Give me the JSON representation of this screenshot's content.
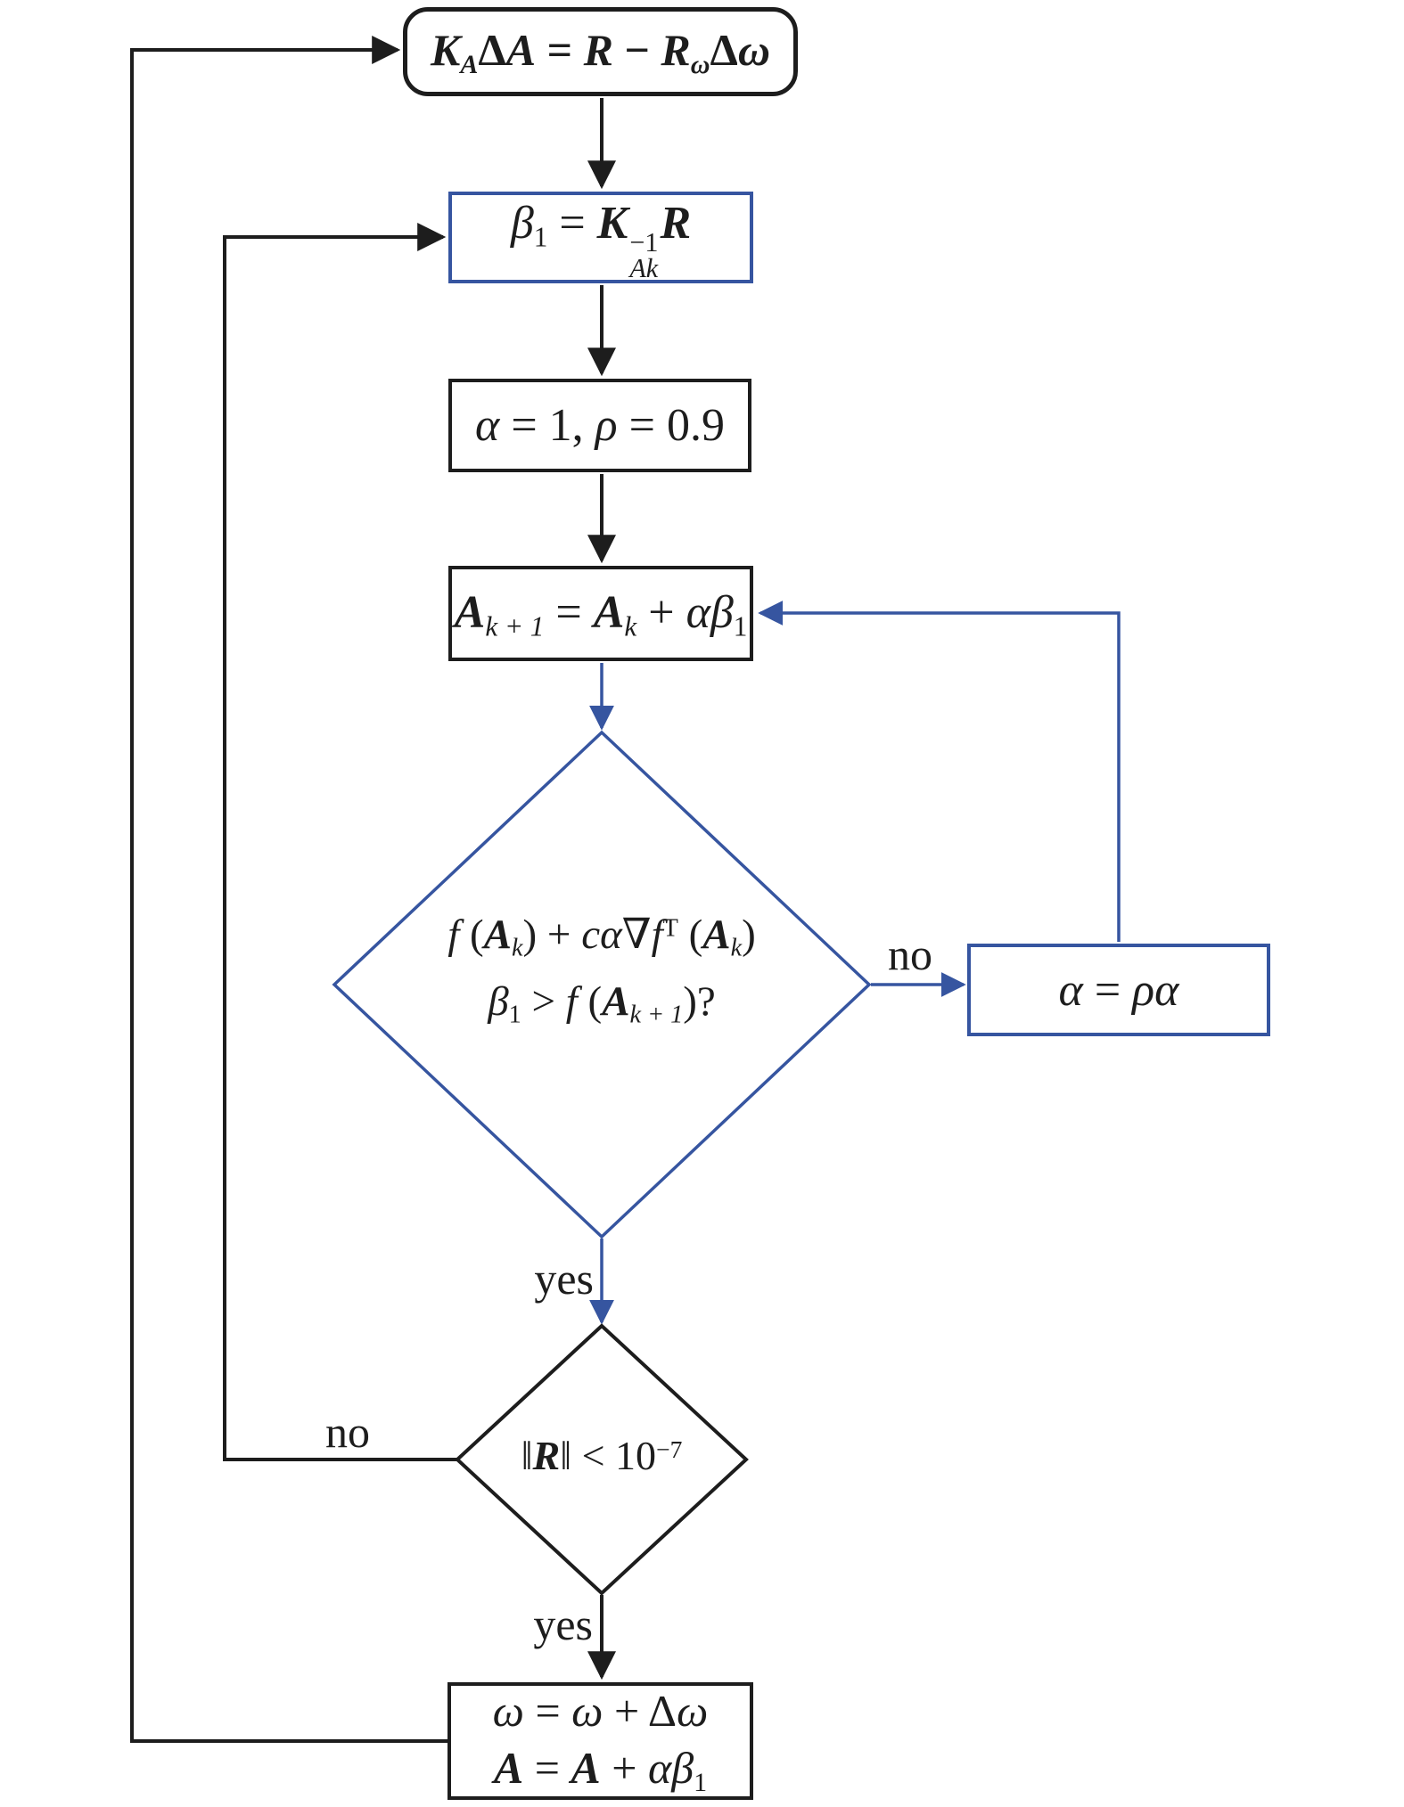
{
  "diagram": {
    "title": "line-search Newton iteration flowchart",
    "colors": {
      "line_black": "#1d1d1d",
      "line_blue": "#3655a0",
      "background": "#ffffff"
    },
    "labels": {
      "armijo_no": "no",
      "armijo_yes": "yes",
      "converge_no": "no",
      "converge_yes": "yes"
    },
    "nodes": {
      "solve_system": {
        "shape": "rounded-rect",
        "border": "black",
        "text": "K_A ΔA = R − R_ω Δω",
        "math": [
          [
            "K",
            "i"
          ],
          [
            "A",
            "sub"
          ],
          [
            "Δ",
            "r"
          ],
          [
            "A",
            "i"
          ],
          [
            " = ",
            "r"
          ],
          [
            "R",
            "i"
          ],
          [
            " − ",
            "r"
          ],
          [
            "R",
            "i"
          ],
          [
            "ω",
            "sub"
          ],
          [
            "Δ",
            "r"
          ],
          [
            "ω",
            "i"
          ]
        ]
      },
      "compute_beta": {
        "shape": "rect",
        "border": "blue",
        "text": "β1 = K_Ak^−1 R",
        "math": [
          [
            "β",
            "i"
          ],
          [
            "1",
            "subr"
          ],
          [
            " = ",
            "r"
          ],
          [
            "K",
            "bi"
          ],
          [
            [
              "−1",
              "Ak"
            ],
            "ss"
          ],
          [
            "R",
            "bi"
          ]
        ]
      },
      "init_params": {
        "shape": "rect",
        "border": "black",
        "text": "α = 1, ρ = 0.9",
        "math": [
          [
            "α",
            "i"
          ],
          [
            " = 1, ",
            "r"
          ],
          [
            "ρ",
            "i"
          ],
          [
            " = 0.9",
            "r"
          ]
        ]
      },
      "update_step": {
        "shape": "rect",
        "border": "black",
        "text": "A_k+1 = A_k + αβ1",
        "math": [
          [
            "A",
            "bi"
          ],
          [
            "k + 1",
            "sub"
          ],
          [
            " = ",
            "r"
          ],
          [
            "A",
            "bi"
          ],
          [
            "k",
            "sub"
          ],
          [
            " + ",
            "r"
          ],
          [
            "α",
            "i"
          ],
          [
            "β",
            "i"
          ],
          [
            "1",
            "subr"
          ]
        ]
      },
      "armijo_check": {
        "shape": "diamond",
        "border": "blue",
        "text": "f(A_k) + cα∇f^T(A_k) β1 > f(A_k+1)?",
        "math_line1": [
          [
            "f",
            "i"
          ],
          [
            " (",
            "r"
          ],
          [
            "A",
            "bi"
          ],
          [
            "k",
            "sub"
          ],
          [
            ") + ",
            "r"
          ],
          [
            "c",
            "i"
          ],
          [
            "α",
            "i"
          ],
          [
            "∇",
            "r"
          ],
          [
            "f",
            "i"
          ],
          [
            "T",
            "sup"
          ],
          [
            " (",
            "r"
          ],
          [
            "A",
            "bi"
          ],
          [
            "k",
            "sub"
          ],
          [
            ")",
            "r"
          ]
        ],
        "math_line2": [
          [
            "β",
            "i"
          ],
          [
            "1",
            "subr"
          ],
          [
            " > ",
            "r"
          ],
          [
            "f",
            "i"
          ],
          [
            " (",
            "r"
          ],
          [
            "A",
            "bi"
          ],
          [
            "k + 1",
            "sub"
          ],
          [
            ")?",
            "r"
          ]
        ]
      },
      "shrink_alpha": {
        "shape": "rect",
        "border": "blue",
        "text": "α = ρα",
        "math": [
          [
            "α",
            "i"
          ],
          [
            " = ",
            "r"
          ],
          [
            "ρ",
            "i"
          ],
          [
            "α",
            "i"
          ]
        ]
      },
      "converge_check": {
        "shape": "diamond",
        "border": "black",
        "text": "‖R‖ < 10^−7",
        "math": [
          [
            "‖",
            "r"
          ],
          [
            "R",
            "bi"
          ],
          [
            "‖ < 10",
            "r"
          ],
          [
            "−7",
            "sup"
          ]
        ]
      },
      "final_update": {
        "shape": "rect",
        "border": "black",
        "text": "ω = ω + Δω ; A = A + αβ1",
        "math_line1": [
          [
            "ω",
            "i"
          ],
          [
            " = ",
            "r"
          ],
          [
            "ω",
            "i"
          ],
          [
            " + Δ",
            "r"
          ],
          [
            "ω",
            "i"
          ]
        ],
        "math_line2": [
          [
            "A",
            "bi"
          ],
          [
            " = ",
            "r"
          ],
          [
            "A",
            "bi"
          ],
          [
            " + ",
            "r"
          ],
          [
            "α",
            "i"
          ],
          [
            "β",
            "i"
          ],
          [
            "1",
            "subr"
          ]
        ]
      }
    }
  }
}
